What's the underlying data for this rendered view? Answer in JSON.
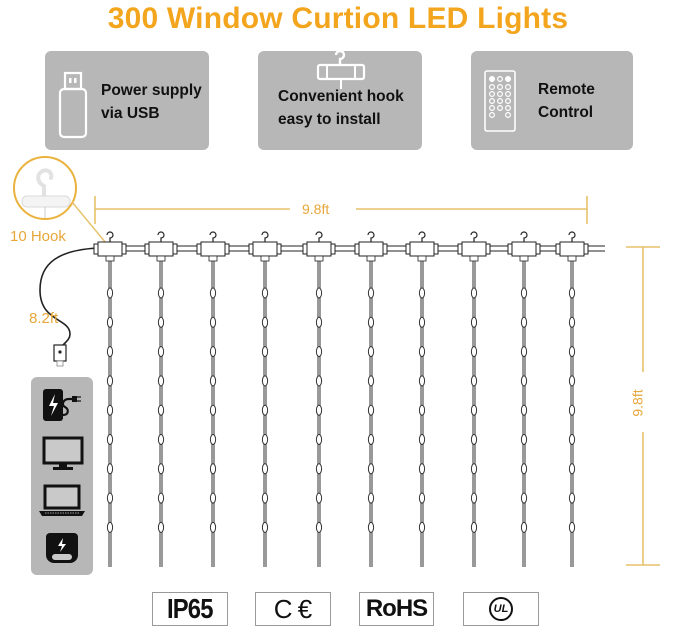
{
  "title": "300 Window Curtion LED Lights",
  "colors": {
    "accent": "#f2a51d",
    "dimension_line": "#e7c16a",
    "panel_gray": "#b7b7b7"
  },
  "features": [
    {
      "icon": "usb-drive-icon",
      "line1": "Power supply",
      "line2": "via USB"
    },
    {
      "icon": "hook-clip-icon",
      "line1": "Convenient hook",
      "line2": "easy to install"
    },
    {
      "icon": "remote-control-icon",
      "line1": "Remote",
      "line2": "Control"
    }
  ],
  "diagram": {
    "hook_callout_label": "10 Hook",
    "cable_length_label": "8.2ft",
    "width_label": "9.8ft",
    "height_label": "9.8ft",
    "strand_count": 10
  },
  "compatible_devices": [
    {
      "icon": "power-adapter-icon"
    },
    {
      "icon": "monitor-icon"
    },
    {
      "icon": "laptop-icon"
    },
    {
      "icon": "power-bank-icon"
    }
  ],
  "certifications": [
    {
      "label": "IP65"
    },
    {
      "label": "C €"
    },
    {
      "label": "RoHS"
    },
    {
      "label": "UL"
    }
  ]
}
